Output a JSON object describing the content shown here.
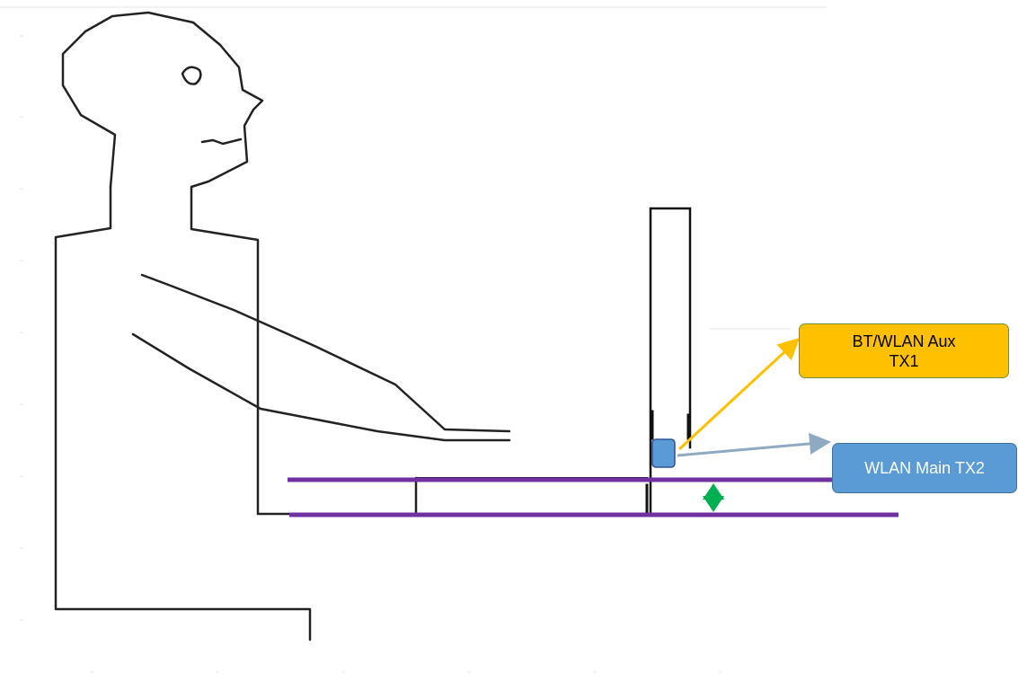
{
  "diagram": {
    "labels": {
      "aux_tx1": "BT/WLAN Aux TX1",
      "main_tx2": "WLAN Main TX2"
    },
    "colors": {
      "aux_fill": "#ffc000",
      "aux_arrow": "#ffc000",
      "main_fill": "#5b9bd5",
      "main_arrow": "#8ea9c1",
      "table_lines": "#7030a0",
      "distance_arrow": "#00b050",
      "antenna_fill": "#5b9bd5"
    },
    "icons": {
      "person": "seated-person-outline",
      "laptop": "laptop-side-view",
      "antenna": "antenna-module-square",
      "distance": "double-headed-arrow"
    }
  }
}
